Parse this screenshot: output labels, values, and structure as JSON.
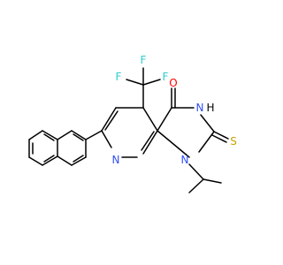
{
  "colors": {
    "bond": "#000000",
    "F": "#33cccc",
    "O": "#ff0000",
    "N": "#3050f8",
    "S": "#c8a000",
    "H": "#000000",
    "background": "#ffffff"
  },
  "atoms": {
    "F1": "F",
    "F2": "F",
    "F3": "F",
    "O": "O",
    "NH": "N",
    "H": "H",
    "N_ring": "N",
    "N1": "N",
    "S": "S"
  }
}
